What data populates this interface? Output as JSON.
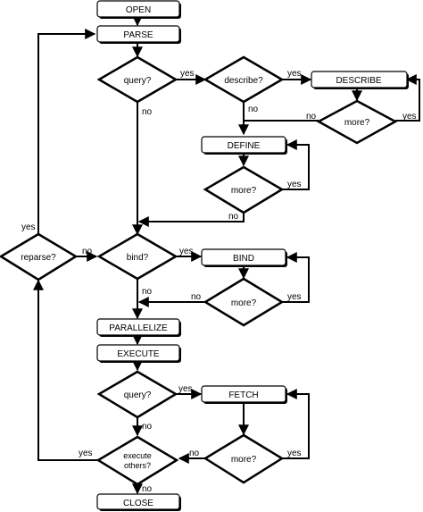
{
  "boxes": {
    "open": "OPEN",
    "parse": "PARSE",
    "describe": "DESCRIBE",
    "define": "DEFINE",
    "bind": "BIND",
    "parallelize": "PARALLELIZE",
    "execute": "EXECUTE",
    "fetch": "FETCH",
    "close": "CLOSE"
  },
  "decisions": {
    "query1": "query?",
    "describe": "describe?",
    "more_describe": "more?",
    "more_define": "more?",
    "reparse": "reparse?",
    "bind": "bind?",
    "more_bind": "more?",
    "query2": "query?",
    "more_fetch": "more?",
    "execute_others_1": "execute",
    "execute_others_2": "others?"
  },
  "edge_labels": {
    "yes": "yes",
    "no": "no"
  }
}
